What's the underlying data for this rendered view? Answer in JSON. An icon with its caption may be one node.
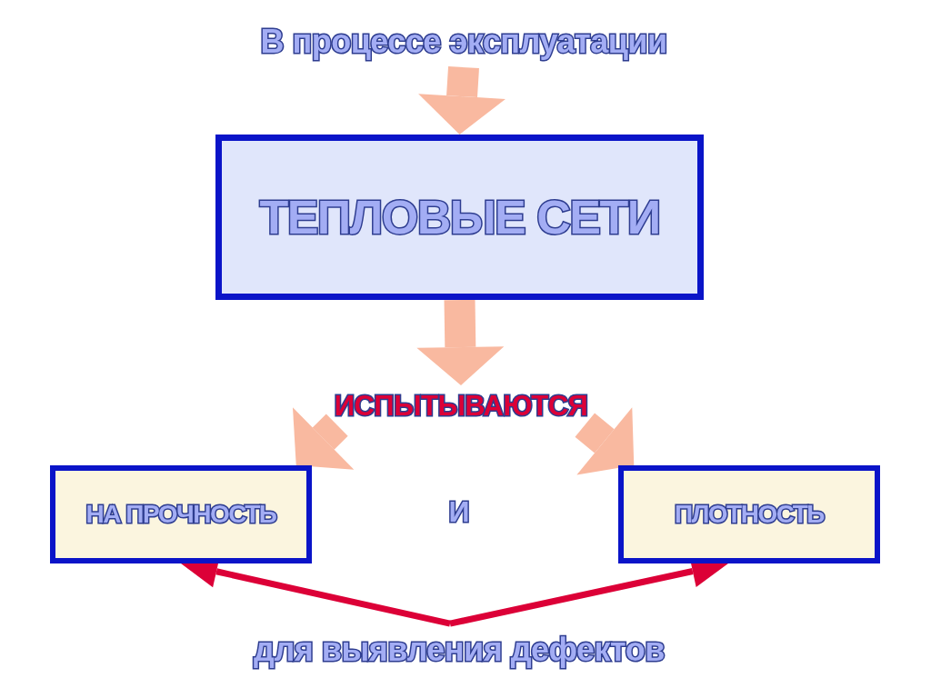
{
  "diagram": {
    "nodes": [
      {
        "text": [
          "В процессе эксплуатации"
        ]
      },
      {
        "text": [
          "ТЕПЛОВЫЕ СЕТИ"
        ]
      },
      {
        "text": [
          "ИСПЫТЫВАЮТСЯ"
        ]
      },
      {
        "text": [
          "НА ПРОЧНОСТЬ"
        ]
      },
      {
        "text": [
          "ПЛОТНОСТЬ"
        ]
      },
      {
        "text": [
          "для выявления дефектов"
        ]
      }
    ],
    "edges": [
      {
        "from": 0,
        "to": 1,
        "arrow": "to"
      },
      {
        "from": 1,
        "to": 2,
        "arrow": "to"
      },
      {
        "from": 2,
        "to": 3,
        "arrow": "to"
      },
      {
        "from": 2,
        "to": 4,
        "arrow": "to"
      },
      {
        "from": 5,
        "to": 3,
        "arrow": "to",
        "color": "#dc0037"
      },
      {
        "from": 5,
        "to": 4,
        "arrow": "to",
        "color": "#dc0037"
      }
    ],
    "labels": [
      "И"
    ]
  }
}
